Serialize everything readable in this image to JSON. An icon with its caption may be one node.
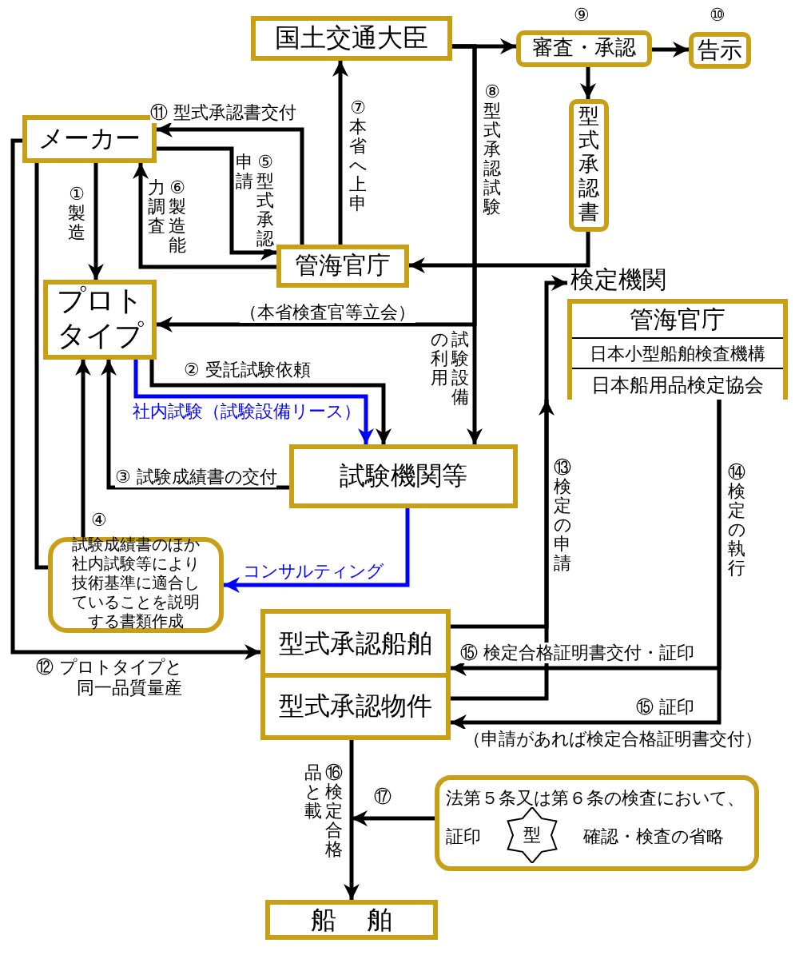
{
  "diagram": {
    "nodes": [
      {
        "text": [
          "国土交通大臣"
        ]
      },
      {
        "text": [
          "審査・承認"
        ],
        "beside": [
          "⑨"
        ]
      },
      {
        "text": [
          "告示"
        ],
        "beside": [
          "⑩"
        ]
      },
      {
        "text": [
          "型式承認書"
        ]
      },
      {
        "text": [
          "メーカー"
        ]
      },
      {
        "text": [
          "管海官庁"
        ]
      },
      {
        "text": [
          "プロトタイプ"
        ]
      },
      {
        "text": [
          "検定機関"
        ]
      },
      {
        "text": [
          "管海官庁"
        ],
        "in": 7
      },
      {
        "text": [
          "日本小型船舶検査機構"
        ],
        "in": 7
      },
      {
        "text": [
          "日本船用品検定協会"
        ],
        "in": 7
      },
      {
        "text": [
          "試験機関等"
        ]
      },
      {
        "text": [
          "試験成績書のほか社内試験等により技術基準に適合していることを説明する書類作成"
        ]
      },
      {
        "text": [
          "型式承認船舶"
        ]
      },
      {
        "text": [
          "型式承認物件"
        ]
      },
      {
        "text": [
          "法第５条又は第６条の検査において、",
          "証印",
          "確認・検査の省略"
        ]
      },
      {
        "text": [
          "型"
        ],
        "in": 15
      },
      {
        "text": [
          "船舶"
        ]
      }
    ],
    "edges": [
      {
        "from": 4,
        "to": 6,
        "arrow": "to",
        "label": "①製造"
      },
      {
        "from": 6,
        "to": 11,
        "arrow": "to",
        "label": "② 受託試験依頼"
      },
      {
        "from": 6,
        "to": 11,
        "arrow": "to",
        "label": "社内試験（試験設備リース）",
        "color": "#0000ff"
      },
      {
        "from": 11,
        "to": 6,
        "arrow": "to",
        "label": "③ 試験成績書の交付"
      },
      {
        "from": 12,
        "to": 6,
        "arrow": "to",
        "label": "④"
      },
      {
        "from": 4,
        "to": 5,
        "arrow": "to",
        "label": "⑤型式承認申請"
      },
      {
        "from": 5,
        "to": 4,
        "arrow": "to",
        "label": "⑥製造能力調査"
      },
      {
        "from": 5,
        "to": 0,
        "arrow": "to",
        "label": "⑦本省へ上申"
      },
      {
        "from": 0,
        "to": 1,
        "arrow": "to"
      },
      {
        "from": 0,
        "to": 6,
        "arrow": "to",
        "label": "（本省検査官等立会）"
      },
      {
        "from": 0,
        "to": 11,
        "arrow": "to",
        "label": "試験設備の利用"
      },
      {
        "from": 1,
        "to": 2,
        "arrow": "to"
      },
      {
        "from": 1,
        "to": 3,
        "arrow": "to"
      },
      {
        "from": 3,
        "to": 5,
        "arrow": "to"
      },
      {
        "from": 5,
        "to": 4,
        "arrow": "to",
        "label": "⑪ 型式承認書交付"
      },
      {
        "from": 4,
        "to": 13,
        "arrow": "to",
        "label": "⑫ プロトタイプと同一品質量産"
      },
      {
        "from": 4,
        "to": 12,
        "arrow": "none"
      },
      {
        "from": 11,
        "to": 12,
        "arrow": "to",
        "label": "コンサルティング",
        "color": "#0000ff"
      },
      {
        "from": 13,
        "to": 7,
        "arrow": "to",
        "label": "⑬検定の申請"
      },
      {
        "from": 14,
        "to": 7,
        "arrow": "to"
      },
      {
        "from": 7,
        "to": 13,
        "arrow": "to",
        "label": "⑮ 検定合格証明書交付・証印"
      },
      {
        "from": 7,
        "to": 14,
        "arrow": "to",
        "label": "⑮ 証印"
      },
      {
        "from": 14,
        "to": 17,
        "arrow": "to",
        "label": "⑯検定合格品と載"
      },
      {
        "from": 15,
        "to": null,
        "arrow": "to",
        "label": "⑰"
      }
    ],
    "labels": [
      "⑧型式承認試験",
      "⑭検定の執行",
      "（申請があれば検定合格証明書交付）"
    ]
  }
}
